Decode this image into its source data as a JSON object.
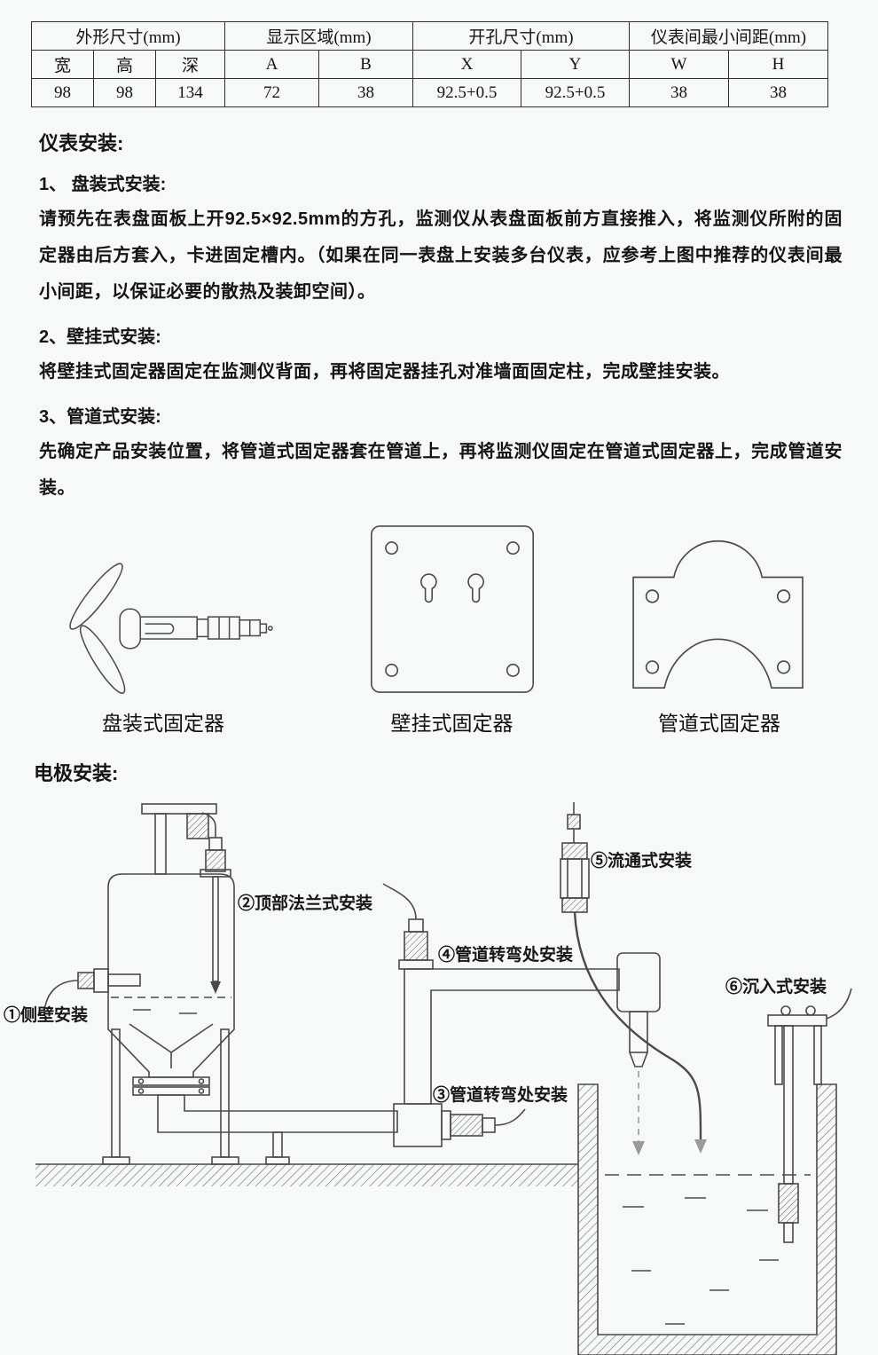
{
  "page": {
    "bg": "#f7f8f8",
    "line_color": "#4a4a4a",
    "text_color": "#141414"
  },
  "spec_table": {
    "group_headers": [
      "外形尺寸(mm)",
      "显示区域(mm)",
      "开孔尺寸(mm)",
      "仪表间最小间距(mm)"
    ],
    "col_headers": [
      "宽",
      "高",
      "深",
      "A",
      "B",
      "X",
      "Y",
      "W",
      "H"
    ],
    "values": [
      "98",
      "98",
      "134",
      "72",
      "38",
      "92.5+0.5",
      "92.5+0.5",
      "38",
      "38"
    ]
  },
  "sections": {
    "instrument_title": "仪表安装:",
    "item1_title": "1、 盘装式安装:",
    "item1_body": "请预先在表盘面板上开92.5×92.5mm的方孔，监测仪从表盘面板前方直接推入，将监测仪所附的固定器由后方套入，卡进固定槽内。（如果在同一表盘上安装多台仪表，应参考上图中推荐的仪表间最小间距，以保证必要的散热及装卸空间）。",
    "item2_title": "2、壁挂式安装:",
    "item2_body": "将壁挂式固定器固定在监测仪背面，再将固定器挂孔对准墙面固定柱，完成壁挂安装。",
    "item3_title": "3、管道式安装:",
    "item3_body": "先确定产品安装位置，将管道式固定器套在管道上，再将监测仪固定在管道式固定器上，完成管道安装。",
    "electrode_title": "电极安装:"
  },
  "fixtures": {
    "panel_label": "盘装式固定器",
    "wall_label": "壁挂式固定器",
    "pipe_label": "管道式固定器"
  },
  "electrode_labels": {
    "side_wall": "①侧壁安装",
    "top_flange": "②顶部法兰式安装",
    "pipe_bend_bottom": "③管道转弯处安装",
    "pipe_bend_top": "④管道转弯处安装",
    "flow_through": "⑤流通式安装",
    "immersion": "⑥沉入式安装"
  }
}
